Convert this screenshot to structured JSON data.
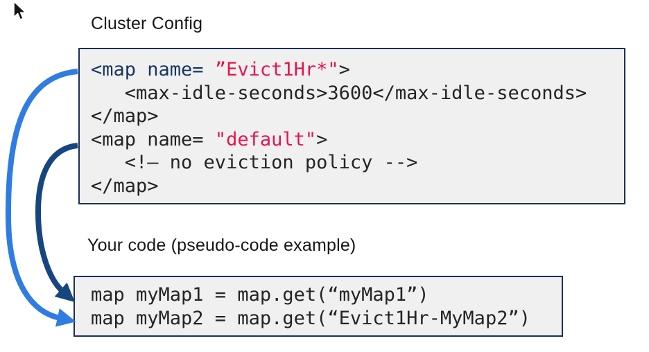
{
  "labels": {
    "cluster_config": "Cluster Config",
    "your_code": "Your code (pseudo-code example)"
  },
  "config_box": {
    "lines": [
      {
        "segments": [
          {
            "text": "<map name= ",
            "color": "navy"
          },
          {
            "text": "”Evict1Hr*\"",
            "color": "red"
          },
          {
            "text": ">",
            "color": "black"
          }
        ]
      },
      {
        "segments": [
          {
            "text": "   <max-idle-seconds>3600</max-idle-seconds>",
            "color": "black"
          }
        ]
      },
      {
        "segments": [
          {
            "text": "</map>",
            "color": "black"
          }
        ]
      },
      {
        "segments": [
          {
            "text": "<map name= ",
            "color": "black"
          },
          {
            "text": "\"default\"",
            "color": "red"
          },
          {
            "text": ">",
            "color": "black"
          }
        ]
      },
      {
        "segments": [
          {
            "text": "   <!– no eviction policy -->",
            "color": "black"
          }
        ]
      },
      {
        "segments": [
          {
            "text": "</map>",
            "color": "black"
          }
        ]
      }
    ]
  },
  "code_box": {
    "lines": [
      "map myMap1 = map.get(“myMap1”)",
      "map myMap2 = map.get(“Evict1Hr-MyMap2”)"
    ]
  },
  "arrows": [
    {
      "name": "evict-map-arrow",
      "color_key": "arrow_blue",
      "from": "config-line-Evict1Hr",
      "to": "code-line-myMap2"
    },
    {
      "name": "default-map-arrow",
      "color_key": "arrow_navy",
      "from": "config-line-default",
      "to": "code-line-myMap1"
    }
  ],
  "colors": {
    "navy": "#17365d",
    "red": "#e5154c",
    "black": "#242424",
    "arrow_blue": "#2f7de2",
    "arrow_navy": "#17457f",
    "box_bg": "#f0f0f1",
    "box_border": "#1b2f55"
  }
}
